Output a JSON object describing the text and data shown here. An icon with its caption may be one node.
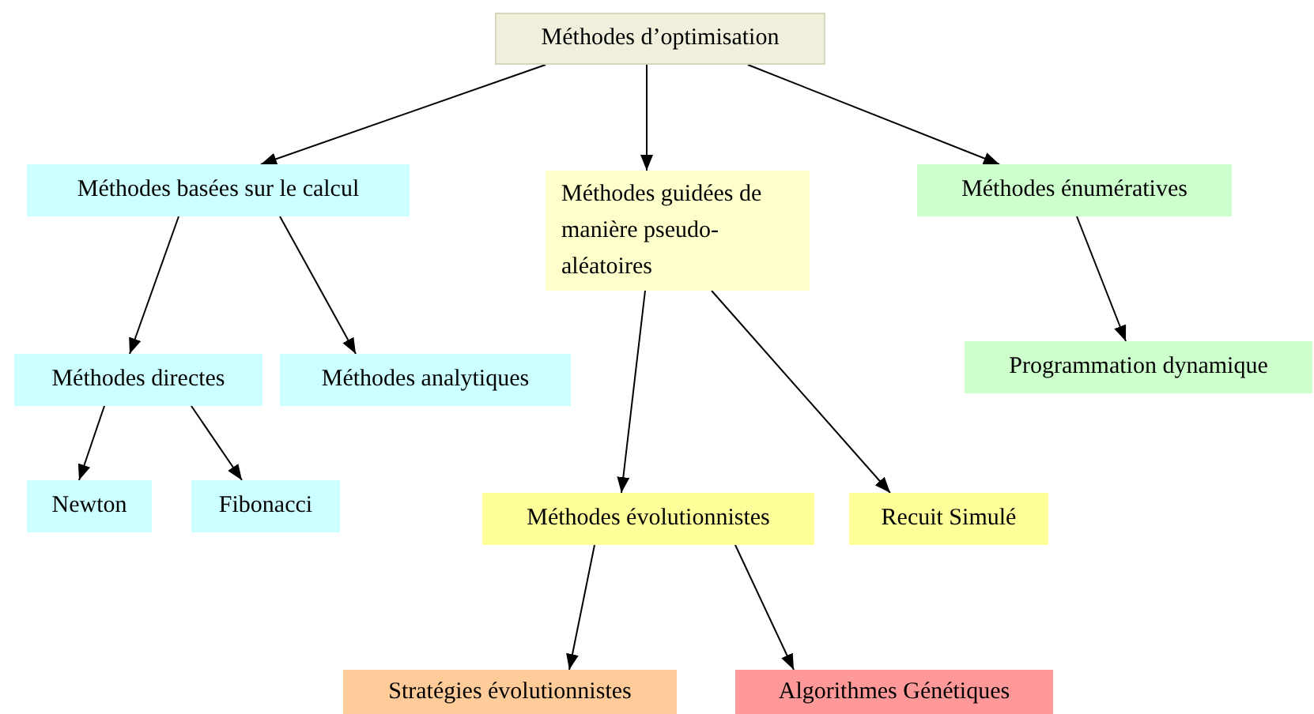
{
  "diagram": {
    "nodes": [
      {
        "text": [
          "Méthodes d’optimisation"
        ]
      },
      {
        "text": [
          "Méthodes basées sur le calcul"
        ]
      },
      {
        "text": [
          "Méthodes guidées de manière pseudo-aléatoires"
        ]
      },
      {
        "text": [
          "Méthodes énumératives"
        ]
      },
      {
        "text": [
          "Méthodes directes"
        ]
      },
      {
        "text": [
          "Méthodes analytiques"
        ]
      },
      {
        "text": [
          "Programmation dynamique"
        ]
      },
      {
        "text": [
          "Newton"
        ]
      },
      {
        "text": [
          "Fibonacci"
        ]
      },
      {
        "text": [
          "Méthodes évolutionnistes"
        ]
      },
      {
        "text": [
          "Recuit Simulé"
        ]
      },
      {
        "text": [
          "Stratégies évolutionnistes"
        ]
      },
      {
        "text": [
          "Algorithmes Génétiques"
        ]
      }
    ],
    "edges": [
      {
        "from": 0,
        "to": 1,
        "arrow": "to"
      },
      {
        "from": 0,
        "to": 2,
        "arrow": "to"
      },
      {
        "from": 0,
        "to": 3,
        "arrow": "to"
      },
      {
        "from": 1,
        "to": 4,
        "arrow": "to"
      },
      {
        "from": 1,
        "to": 5,
        "arrow": "to"
      },
      {
        "from": 2,
        "to": 9,
        "arrow": "to"
      },
      {
        "from": 2,
        "to": 10,
        "arrow": "to"
      },
      {
        "from": 3,
        "to": 6,
        "arrow": "to"
      },
      {
        "from": 4,
        "to": 7,
        "arrow": "to"
      },
      {
        "from": 4,
        "to": 8,
        "arrow": "to"
      },
      {
        "from": 9,
        "to": 11,
        "arrow": "to"
      },
      {
        "from": 9,
        "to": 12,
        "arrow": "to"
      }
    ]
  }
}
